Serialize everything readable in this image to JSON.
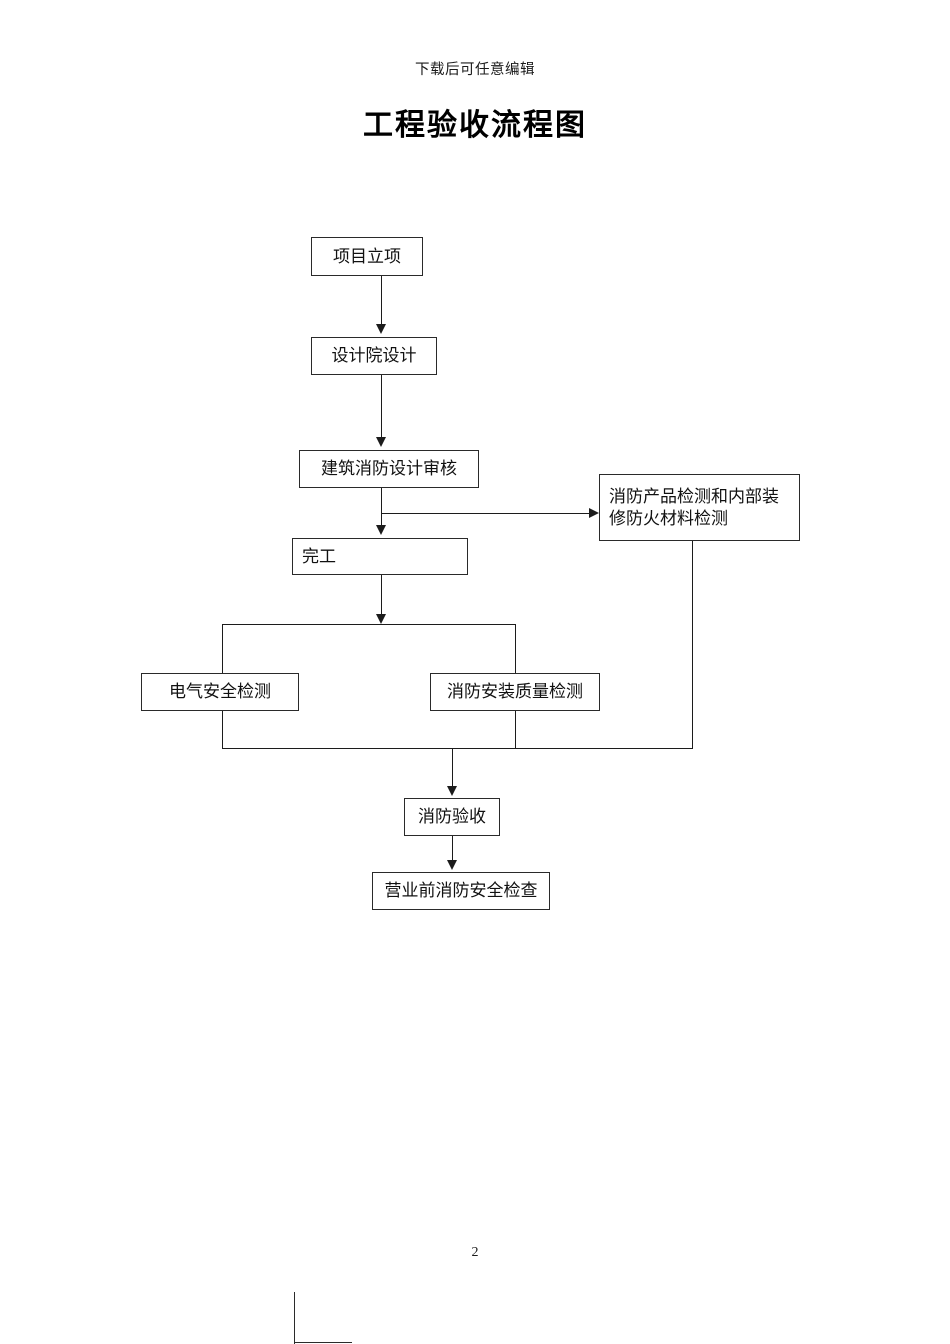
{
  "header": {
    "notice": "下载后可任意编辑",
    "title": "工程验收流程图"
  },
  "footer": {
    "page_number": "2"
  },
  "flowchart": {
    "type": "flowchart",
    "orientation": "top-to-bottom",
    "nodes": [
      {
        "id": "n1",
        "label": "项目立项",
        "align": "center"
      },
      {
        "id": "n2",
        "label": "设计院设计",
        "align": "center"
      },
      {
        "id": "n3",
        "label": "建筑消防设计审核",
        "align": "center"
      },
      {
        "id": "n4",
        "label": "消防产品检测和内部装\n修防火材料检测",
        "align": "left"
      },
      {
        "id": "n5",
        "label": "完工",
        "align": "left"
      },
      {
        "id": "n6",
        "label": "电气安全检测",
        "align": "center"
      },
      {
        "id": "n7",
        "label": "消防安装质量检测",
        "align": "center"
      },
      {
        "id": "n8",
        "label": "消防验收",
        "align": "center"
      },
      {
        "id": "n9",
        "label": "营业前消防安全检查",
        "align": "center"
      }
    ],
    "edges": [
      {
        "from": "n1",
        "to": "n2",
        "style": "arrow-down"
      },
      {
        "from": "n2",
        "to": "n3",
        "style": "arrow-down"
      },
      {
        "from": "n3",
        "to": "n4",
        "style": "elbow-right-arrow"
      },
      {
        "from": "n3",
        "to": "n5",
        "style": "arrow-down"
      },
      {
        "from": "n5",
        "to": "n6",
        "style": "split-bracket"
      },
      {
        "from": "n5",
        "to": "n7",
        "style": "split-bracket"
      },
      {
        "from": "n6",
        "to": "n8",
        "style": "merge-bracket"
      },
      {
        "from": "n7",
        "to": "n8",
        "style": "merge-bracket"
      },
      {
        "from": "n4",
        "to": "n8",
        "style": "elbow-down-merge"
      },
      {
        "from": "n8",
        "to": "n9",
        "style": "arrow-down"
      }
    ],
    "colors": {
      "line": "#1c1c1c",
      "node_border": "#2a2a2a",
      "node_fill": "#ffffff",
      "text": "#111111"
    }
  }
}
